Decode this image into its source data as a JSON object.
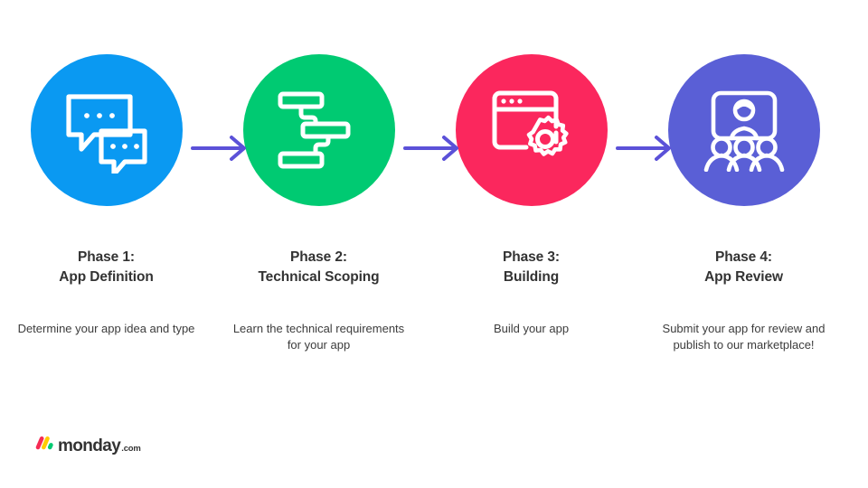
{
  "background_color": "#ffffff",
  "arrow": {
    "icon": "arrow-right-icon",
    "color": "#5B51D8"
  },
  "phases": [
    {
      "circle_color": "#0A99F2",
      "icon": "chat-bubbles-icon",
      "title_line1": "Phase 1:",
      "title_line2": "App Definition",
      "description": "Determine your app idea and type"
    },
    {
      "circle_color": "#00CA72",
      "icon": "gantt-workflow-icon",
      "title_line1": "Phase 2:",
      "title_line2": "Technical Scoping",
      "description": "Learn the technical requirements for your app"
    },
    {
      "circle_color": "#FB275D",
      "icon": "browser-gear-icon",
      "title_line1": "Phase 3:",
      "title_line2": "Building",
      "description": "Build your app"
    },
    {
      "circle_color": "#5A5FD6",
      "icon": "presentation-audience-icon",
      "title_line1": "Phase 4:",
      "title_line2": "App Review",
      "description": "Submit your app for review and publish to our marketplace!"
    }
  ],
  "logo": {
    "mark_icon": "monday-logo-mark-icon",
    "mark_colors": [
      "#F62B54",
      "#FFCB00",
      "#00CA72"
    ],
    "wordmark": "monday",
    "tld": ".com"
  }
}
